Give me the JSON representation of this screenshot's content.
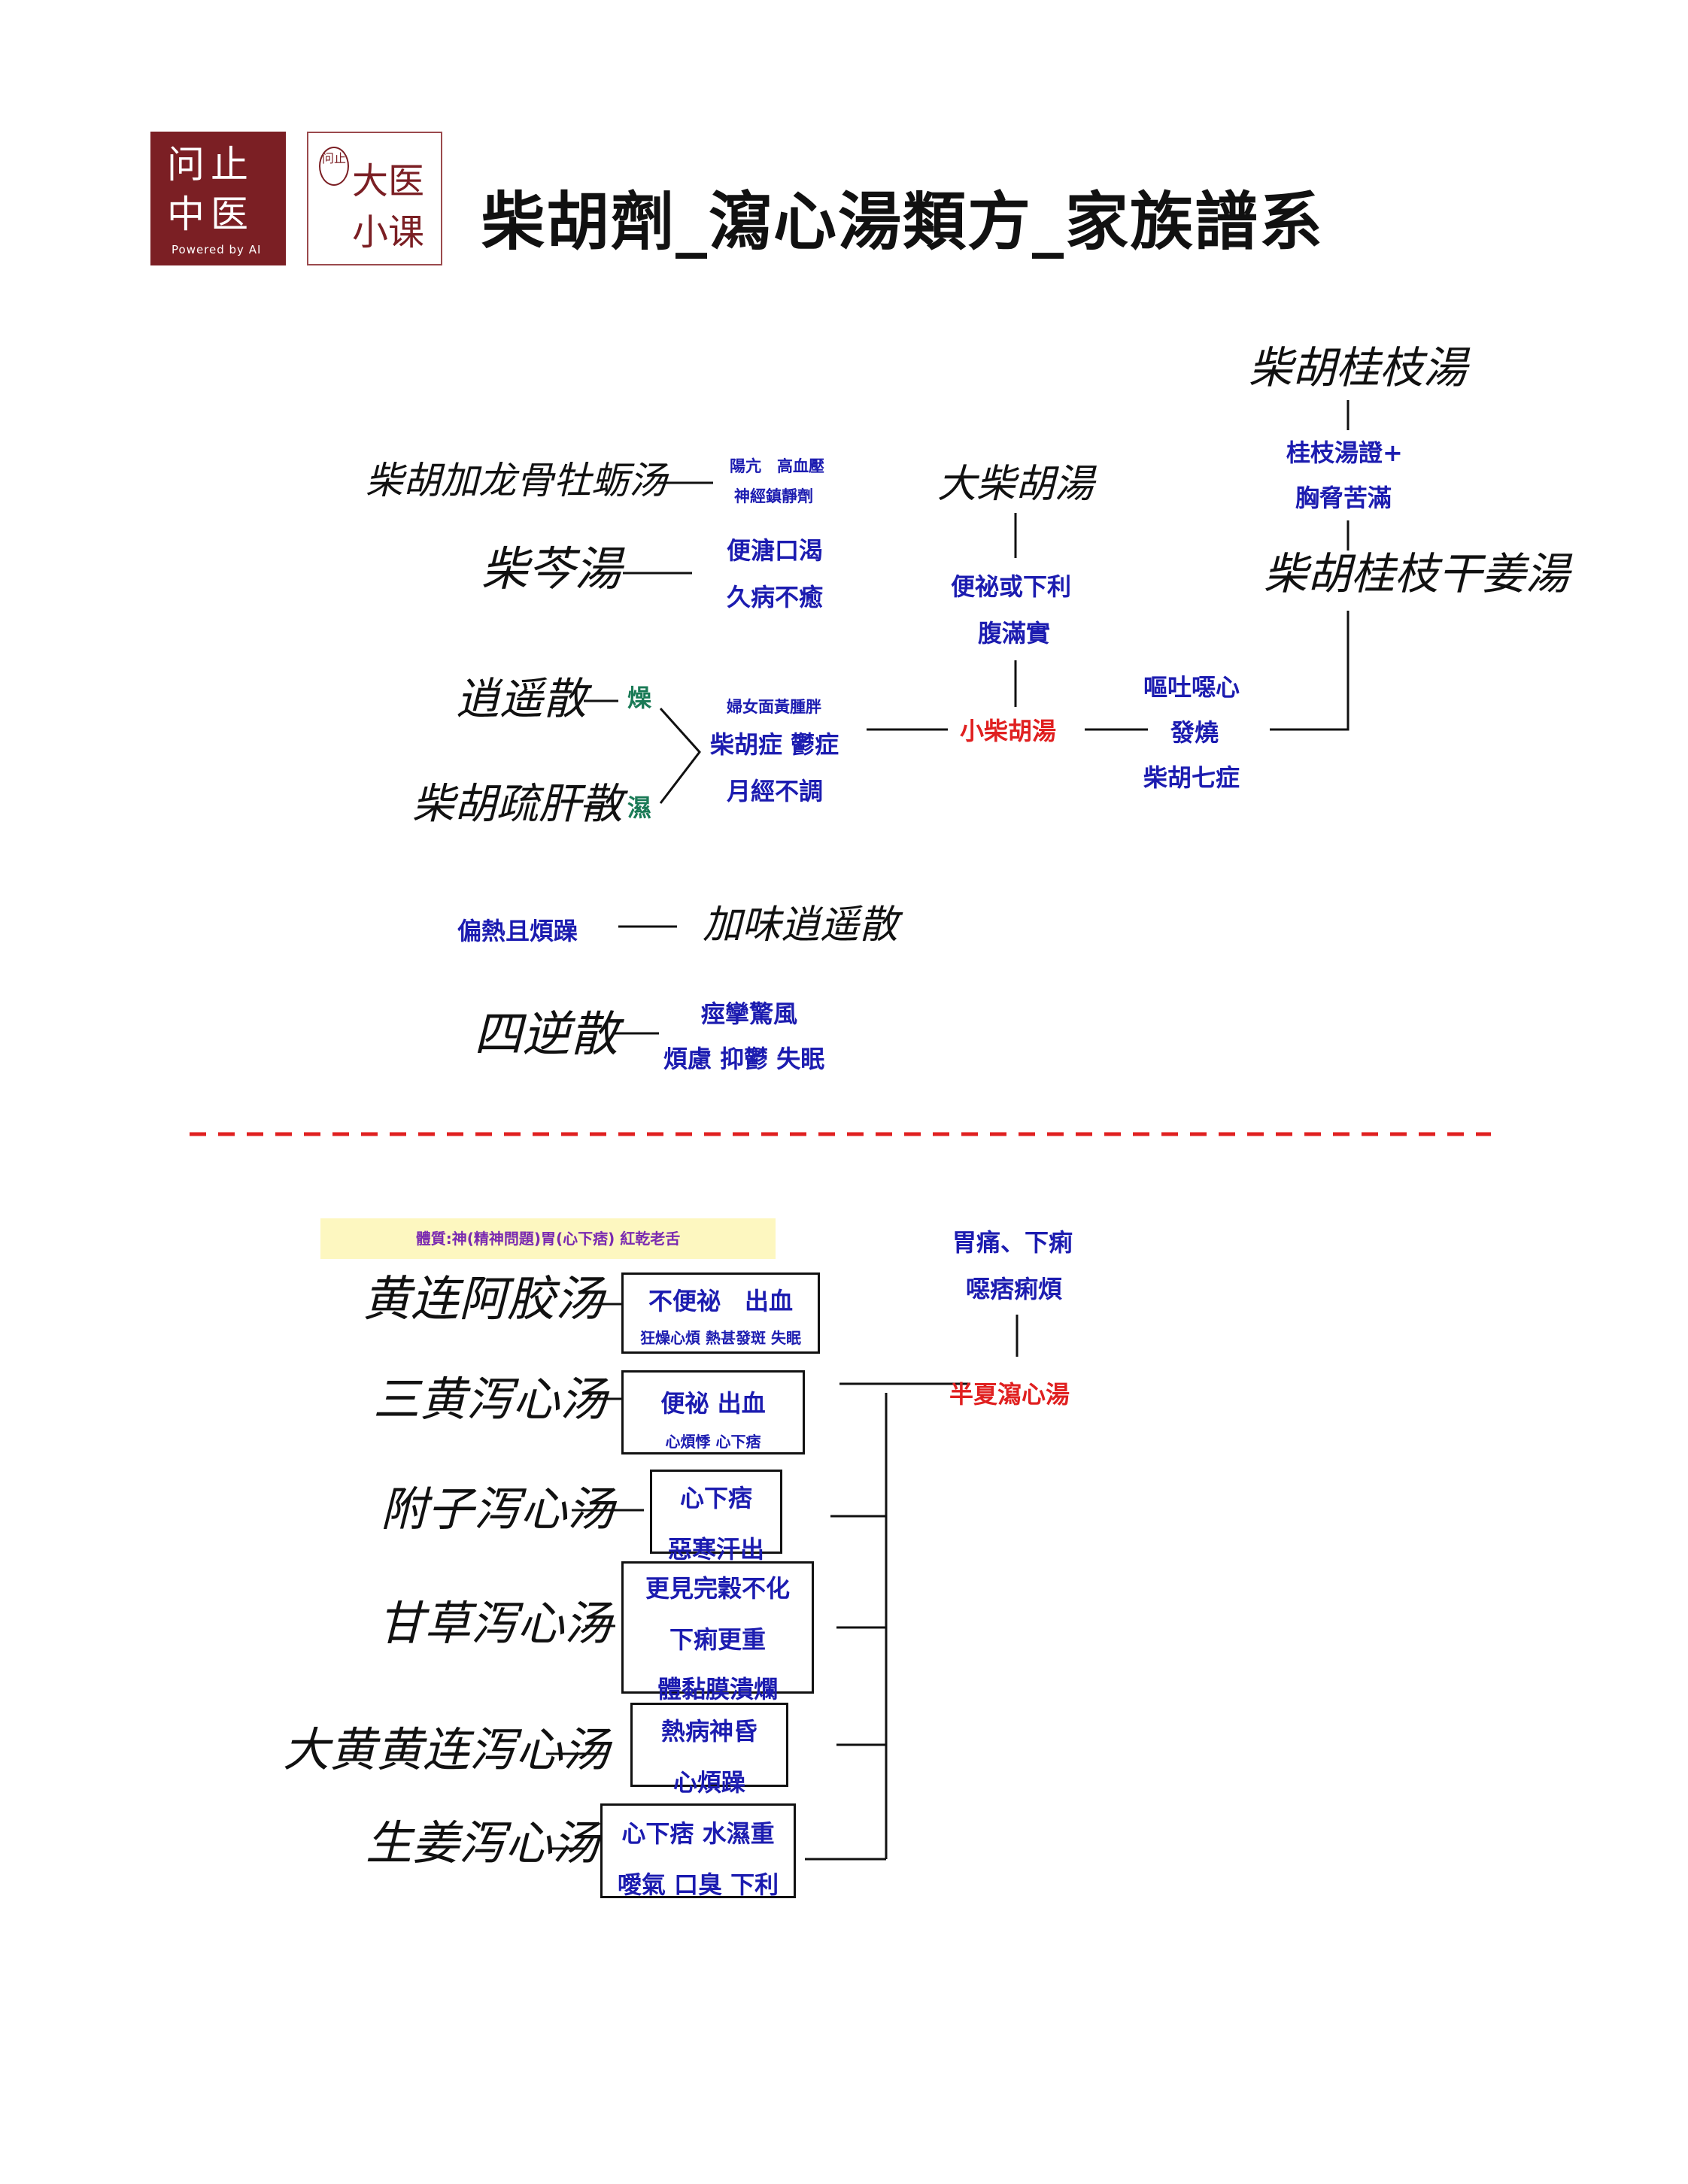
{
  "header": {
    "logo1_line1": "问止",
    "logo1_line2": "中医",
    "logo1_powered": "Powered by AI",
    "logo2_circle": "问止",
    "logo2_line1": "大医",
    "logo2_line2": "小课",
    "title": "柴胡劑_瀉心湯類方_家族譜系"
  },
  "upper": {
    "chaihu_guizhi": "柴胡桂枝湯",
    "guizhi_note1": "桂枝湯證+",
    "guizhi_note2": "胸脅苦滿",
    "chaihu_guizhi_ganjiang": "柴胡桂枝干姜湯",
    "longgu": "柴胡加龙骨牡蛎汤",
    "longgu_note1": "陽亢　高血壓",
    "longgu_note2": "神經鎮靜劑",
    "chaiqin": "柴芩湯",
    "chaiqin_note1": "便溏口渴",
    "chaiqin_note2": "久病不癒",
    "da_chaihu": "大柴胡湯",
    "da_note1": "便祕或下利",
    "da_note2": "腹滿實",
    "xiaoyao": "逍遥散",
    "dry": "燥",
    "shugan": "柴胡疏肝散",
    "wet": "濕",
    "women_note1": "婦女面黃腫胖",
    "women_note2": "柴胡症 鬱症",
    "women_note3": "月經不調",
    "xiao_chaihu": "小柴胡湯",
    "xiao_note1": "嘔吐噁心",
    "xiao_note2": "發燒",
    "xiao_note3": "柴胡七症",
    "heat_note": "偏熱且煩躁",
    "jiawei": "加味逍遥散",
    "sini": "四逆散",
    "sini_note1": "痙攣驚風",
    "sini_note2": "煩慮 抑鬱 失眠"
  },
  "lower": {
    "banner": "體質:神(精神問題)胃(心下痞) 紅乾老舌",
    "banxia_note1": "胃痛、下痢",
    "banxia_note2": "噁痞痢煩",
    "banxia": "半夏瀉心湯",
    "huanglian": "黄连阿胶汤",
    "huanglian_box1": "不便祕　出血",
    "huanglian_box2": "狂燥心煩 熱甚發斑 失眠",
    "sanhuang": "三黄泻心汤",
    "sanhuang_box1": "便祕 出血",
    "sanhuang_box2": "心煩悸 心下痞",
    "fuzi": "附子泻心汤",
    "fuzi_box1": "心下痞",
    "fuzi_box2": "惡寒汗出",
    "gancao": "甘草泻心汤",
    "gancao_box1": "更見完穀不化",
    "gancao_box2": "下痢更重",
    "gancao_box3": "體黏膜潰爛",
    "dahuang": "大黄黄连泻心汤",
    "dahuang_box1": "熱病神昏",
    "dahuang_box2": "心煩躁",
    "shengjiang": "生姜泻心汤",
    "shengjiang_box1": "心下痞 水濕重",
    "shengjiang_box2": "噯氣 口臭 下利"
  }
}
